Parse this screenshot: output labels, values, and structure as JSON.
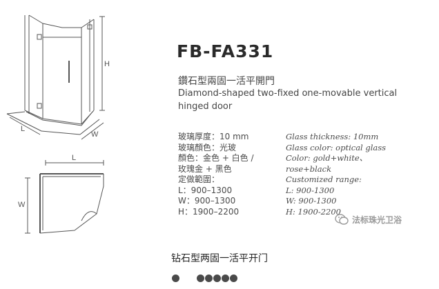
{
  "product": {
    "model": "FB-FA331",
    "title_zh": "鑽石型兩固一活平開門",
    "title_en": "Diamond-shaped two-fixed one-movable vertical hinged door"
  },
  "diagram": {
    "height_label": "H",
    "length_label": "L",
    "width_label": "W",
    "plan_length_label": "L",
    "plan_width_label": "W"
  },
  "specs_zh": [
    "玻璃厚度：10 mm",
    "玻璃顏色：光玻",
    "顏色：金色 + 白色 /",
    "玫瑰金 + 黑色",
    "定做範圍：",
    "L：900–1300",
    "W：900–1300",
    "H：1900–2200"
  ],
  "specs_en": [
    "Glass thickness: 10mm",
    "Glass color: optical glass",
    "Color: gold+white、",
    "rose+black",
    "Customized range:",
    "L: 900-1300",
    "W: 900-1300",
    "H: 1900-2200"
  ],
  "watermark": {
    "text": "法标珠光卫浴"
  },
  "caption": "钻石型两固一活平开门",
  "carousel": {
    "count": 6,
    "active_index": 0
  },
  "colors": {
    "line": "#555555",
    "text": "#3a3a3a",
    "dot": "#4a4a4a"
  }
}
